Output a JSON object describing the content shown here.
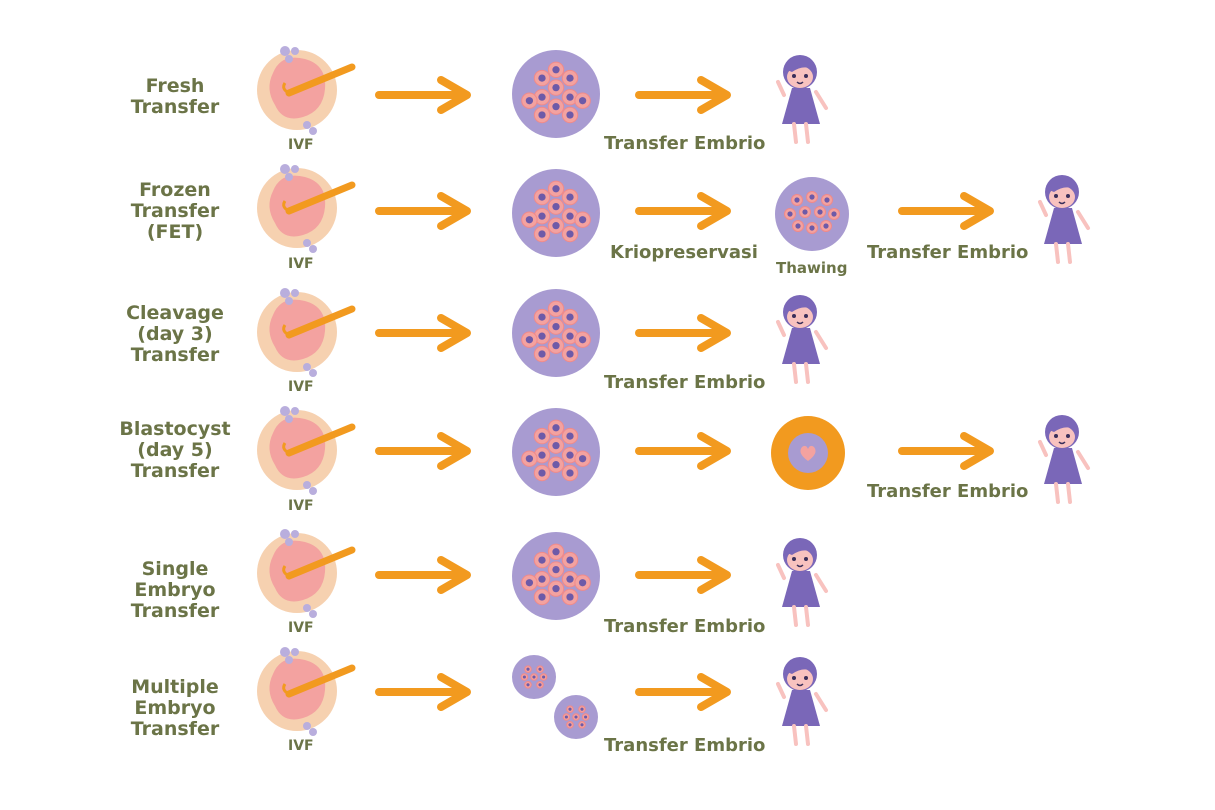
{
  "colors": {
    "label": "#6b7447",
    "arrow": "#f29a1f",
    "embryo": "#a89bd1",
    "cell": "#f3a2a0",
    "nucleus": "#6d5aa8",
    "person": "#7a67b8",
    "skin": "#f8c2bf"
  },
  "ivf_label": "IVF",
  "rows": [
    {
      "label": "Fresh\nTransfer",
      "caption1": "Transfer Embrio"
    },
    {
      "label": "Frozen\nTransfer\n(FET)",
      "caption1": "Kriopreservasi",
      "caption2": "Thawing",
      "caption3": "Transfer Embrio"
    },
    {
      "label": "Cleavage\n(day 3)\nTransfer",
      "caption1": "Transfer Embrio"
    },
    {
      "label": "Blastocyst\n(day 5)\nTransfer",
      "caption3": "Transfer Embrio"
    },
    {
      "label": "Single\nEmbryo\nTransfer",
      "caption1": "Transfer Embrio"
    },
    {
      "label": "Multiple\nEmbryo\nTransfer",
      "caption1": "Transfer Embrio"
    }
  ]
}
